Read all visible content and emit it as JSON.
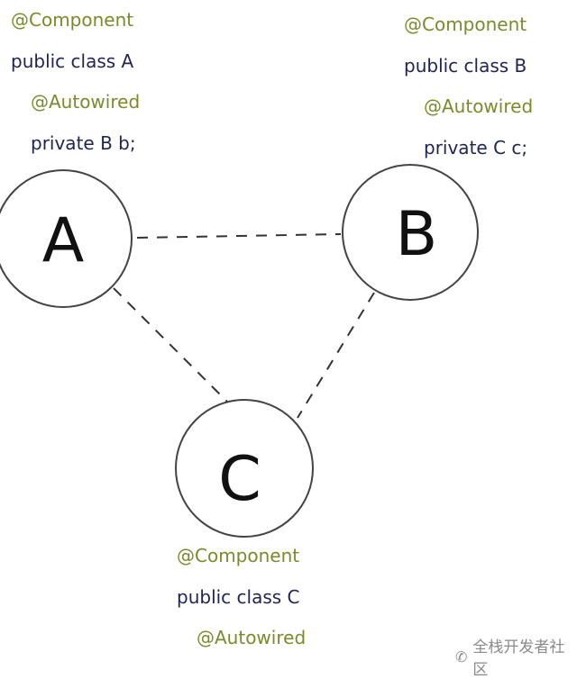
{
  "nodes": [
    {
      "id": "A",
      "label": "A",
      "annotation": "@Component",
      "class_decl": "public class A",
      "field_annotation": "@Autowired",
      "field_decl": "private B b;"
    },
    {
      "id": "B",
      "label": "B",
      "annotation": "@Component",
      "class_decl": "public class B",
      "field_annotation": "@Autowired",
      "field_decl": "private C c;"
    },
    {
      "id": "C",
      "label": "C",
      "annotation": "@Component",
      "class_decl": "public class C",
      "field_annotation": "@Autowired"
    }
  ],
  "edges": [
    [
      "A",
      "B"
    ],
    [
      "A",
      "C"
    ],
    [
      "B",
      "C"
    ]
  ],
  "watermark": "全栈开发者社区",
  "colors": {
    "annotation": "#7d8a2c",
    "code": "#1e2555",
    "stroke": "#333333"
  }
}
